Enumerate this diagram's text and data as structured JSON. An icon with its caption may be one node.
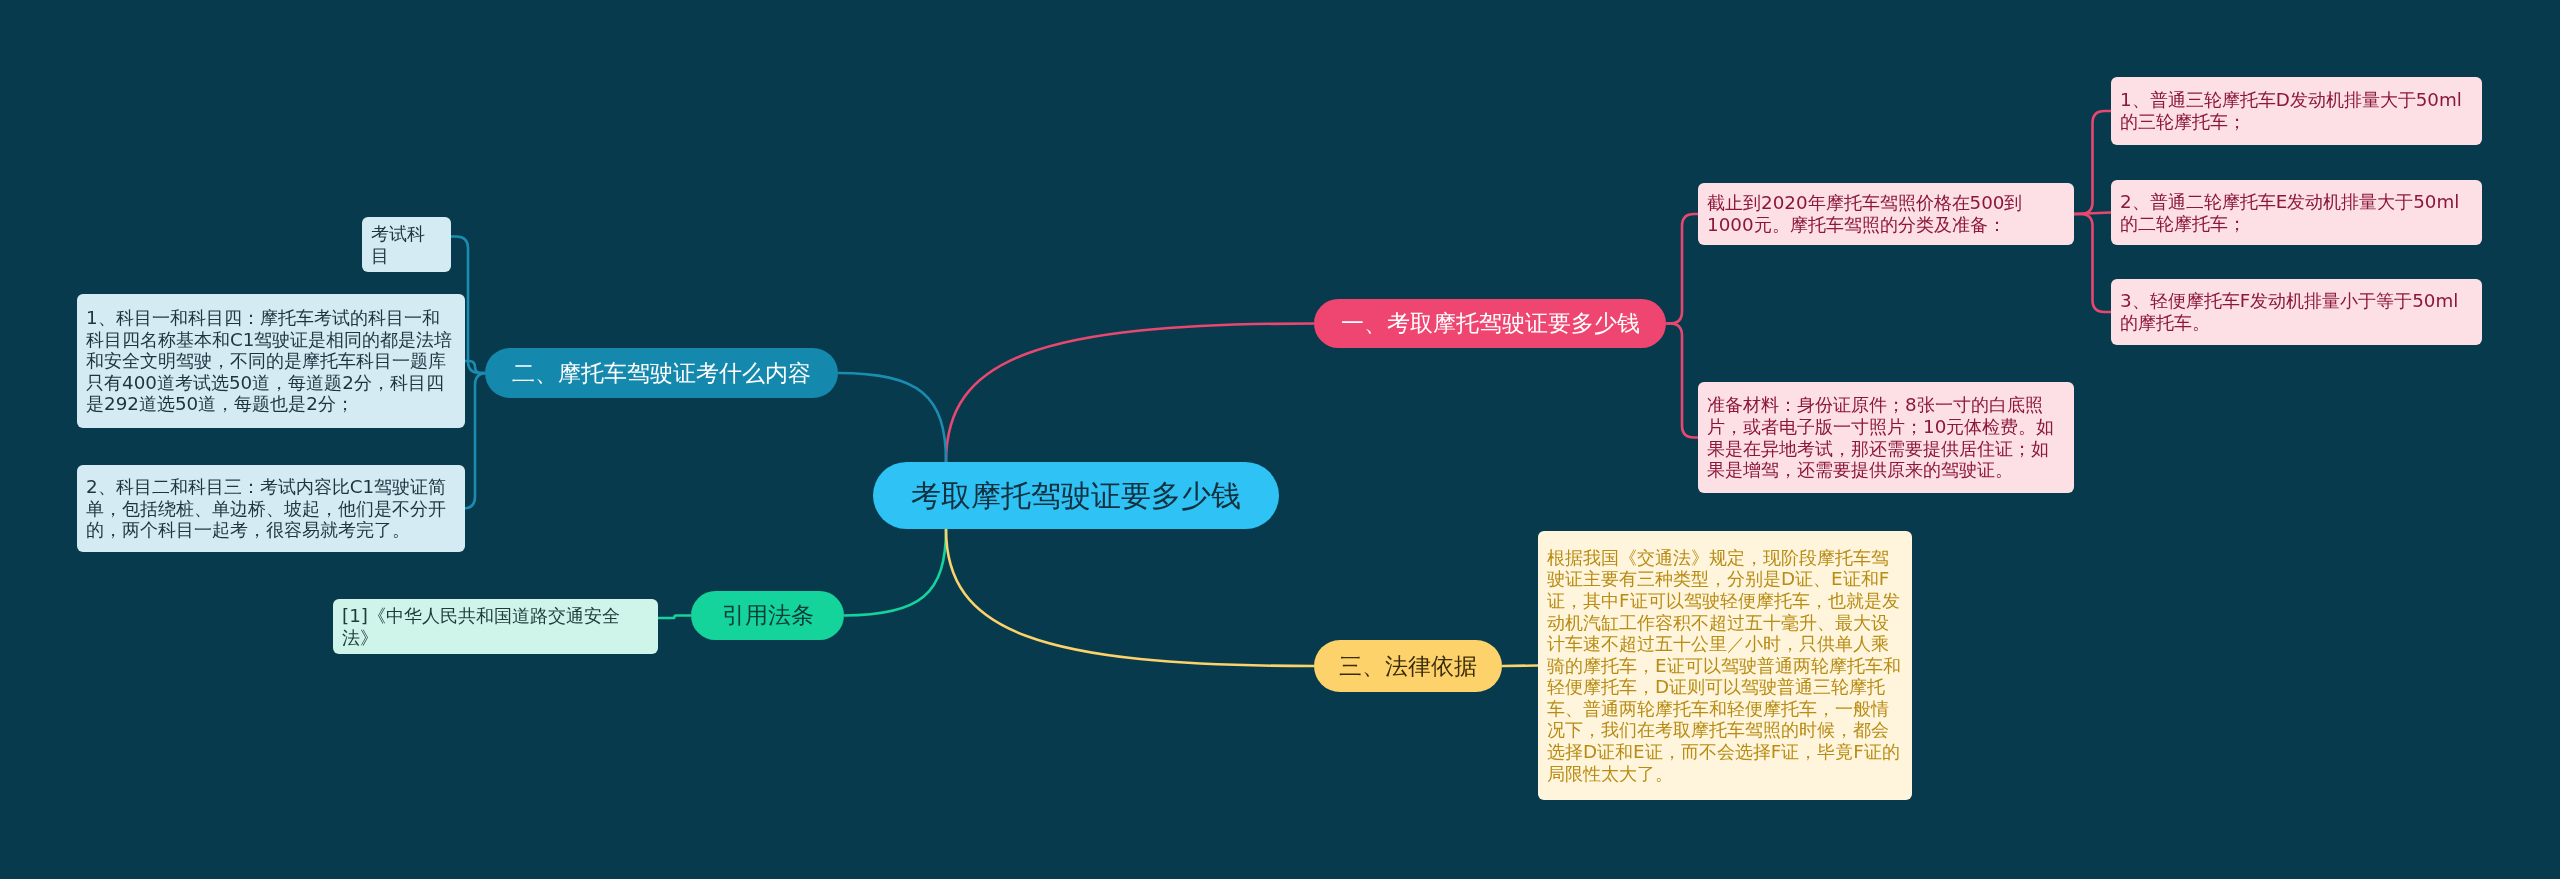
{
  "diagram": {
    "nodes": [
      {
        "text": [
          "考取摩托驾驶证要多少钱"
        ]
      },
      {
        "text": [
          "一、考取摩托驾驶证要多少钱"
        ]
      },
      {
        "text": [
          "截止到2020年摩托车驾照价格在500到1000元。摩托车驾照的分类及准备："
        ]
      },
      {
        "text": [
          "1、普通三轮摩托车D发动机排量大于50ml的三轮摩托车；"
        ]
      },
      {
        "text": [
          "2、普通二轮摩托车E发动机排量大于50ml的二轮摩托车；"
        ]
      },
      {
        "text": [
          "3、轻便摩托车F发动机排量小于等于50ml的摩托车。"
        ]
      },
      {
        "text": [
          "准备材料：身份证原件；8张一寸的白底照片，或者电子版一寸照片；10元体检费。如果是在异地考试，那还需要提供居住证；如果是增驾，还需要提供原来的驾驶证。"
        ]
      },
      {
        "text": [
          "二、摩托车驾驶证考什么内容"
        ]
      },
      {
        "text": [
          "考试科目"
        ]
      },
      {
        "text": [
          "1、科目一和科目四：摩托车考试的科目一和科目四名称基本和C1驾驶证是相同的都是法培和安全文明驾驶，不同的是摩托车科目一题库只有400道考试选50道，每道题2分，科目四是292道选50道，每题也是2分；"
        ]
      },
      {
        "text": [
          "2、科目二和科目三：考试内容比C1驾驶证简单，包括绕桩、单边桥、坡起，他们是不分开的，两个科目一起考，很容易就考完了。"
        ]
      },
      {
        "text": [
          "引用法条"
        ]
      },
      {
        "text": [
          "[1]《中华人民共和国道路交通安全法》"
        ]
      },
      {
        "text": [
          "三、法律依据"
        ]
      },
      {
        "text": [
          "根据我国《交通法》规定，现阶段摩托车驾驶证主要有三种类型，分别是D证、E证和F证，其中F证可以驾驶轻便摩托车，也就是发动机汽缸工作容积不超过五十毫升、最大设计车速不超过五十公里／小时，只供单人乘骑的摩托车，E证可以驾驶普通两轮摩托车和轻便摩托车，D证则可以驾驶普通三轮摩托车、普通两轮摩托车和轻便摩托车，一般情况下，我们在考取摩托车驾照的时候，都会选择D证和E证，而不会选择F证，毕竟F证的局限性太大了。"
        ]
      }
    ],
    "edges": [
      {
        "from": 0,
        "to": 1,
        "arrow": "none",
        "color": "#e8486f"
      },
      {
        "from": 1,
        "to": 2,
        "arrow": "none",
        "color": "#e8486f"
      },
      {
        "from": 2,
        "to": 3,
        "arrow": "none",
        "color": "#e8486f"
      },
      {
        "from": 2,
        "to": 4,
        "arrow": "none",
        "color": "#e8486f"
      },
      {
        "from": 2,
        "to": 5,
        "arrow": "none",
        "color": "#e8486f"
      },
      {
        "from": 1,
        "to": 6,
        "arrow": "none",
        "color": "#e8486f"
      },
      {
        "from": 0,
        "to": 7,
        "arrow": "none",
        "color": "#1b8cb0"
      },
      {
        "from": 7,
        "to": 8,
        "arrow": "none",
        "color": "#1b8cb0"
      },
      {
        "from": 7,
        "to": 9,
        "arrow": "none",
        "color": "#1b8cb0"
      },
      {
        "from": 7,
        "to": 10,
        "arrow": "none",
        "color": "#1b8cb0"
      },
      {
        "from": 0,
        "to": 11,
        "arrow": "none",
        "color": "#16d29c"
      },
      {
        "from": 11,
        "to": 12,
        "arrow": "none",
        "color": "#16d29c"
      },
      {
        "from": 0,
        "to": 13,
        "arrow": "none",
        "color": "#fcd26a"
      },
      {
        "from": 13,
        "to": 14,
        "arrow": "none",
        "color": "#fcd26a"
      }
    ]
  }
}
